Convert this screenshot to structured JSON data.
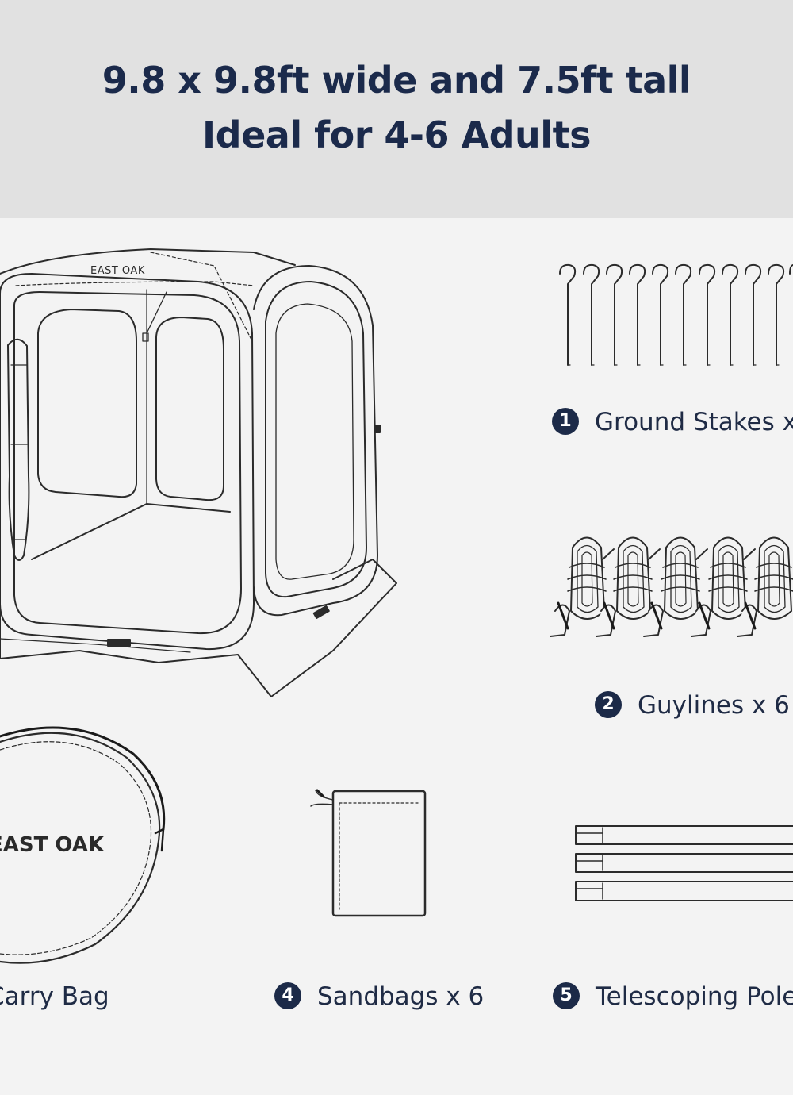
{
  "header": {
    "line1": "9.8 x 9.8ft wide and 7.5ft tall",
    "line2": "Ideal for 4-6 Adults"
  },
  "brand": {
    "tent_logo": "EAST OAK",
    "bag_logo": "EAST OAK"
  },
  "items": [
    {
      "number": "1",
      "label": "Ground Stakes x"
    },
    {
      "number": "2",
      "label": "Guylines x 6"
    },
    {
      "number": "",
      "label": "Carry Bag"
    },
    {
      "number": "4",
      "label": "Sandbags x 6"
    },
    {
      "number": "5",
      "label": "Telescoping Pole"
    }
  ],
  "colors": {
    "header_bg": "#e1e1e1",
    "page_bg": "#f3f3f3",
    "title_text": "#1b2a4b",
    "badge": "#1c2a48"
  }
}
